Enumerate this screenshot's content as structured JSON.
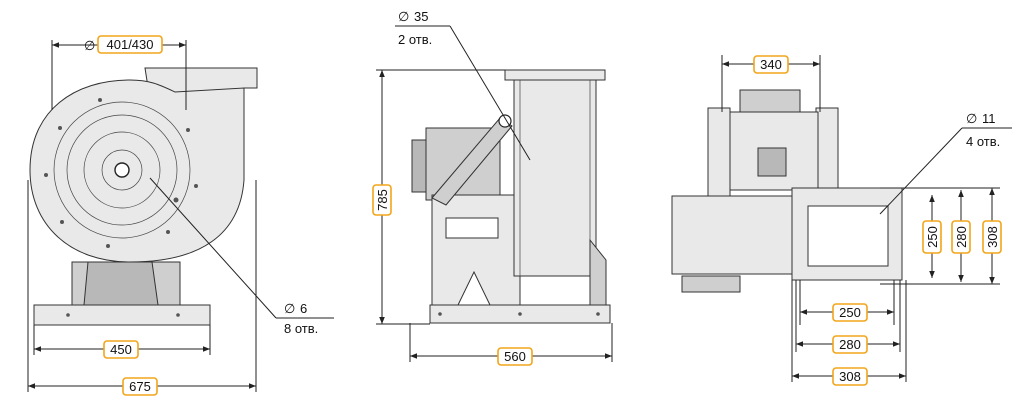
{
  "dims": {
    "front_top": "401/430",
    "front_base_inner": "450",
    "front_base_total": "675",
    "side_height": "785",
    "side_base": "560",
    "top_motor": "340",
    "right_w1": "250",
    "right_w2": "280",
    "right_w3": "308",
    "right_h1": "250",
    "right_h2": "280",
    "right_h3": "308"
  },
  "notes": {
    "phi": "∅",
    "hole6_dia": "6",
    "hole6_count": "8 отв.",
    "hole35_dia": "35",
    "hole35_count": "2 отв.",
    "hole11_dia": "11",
    "hole11_count": "4 отв."
  }
}
